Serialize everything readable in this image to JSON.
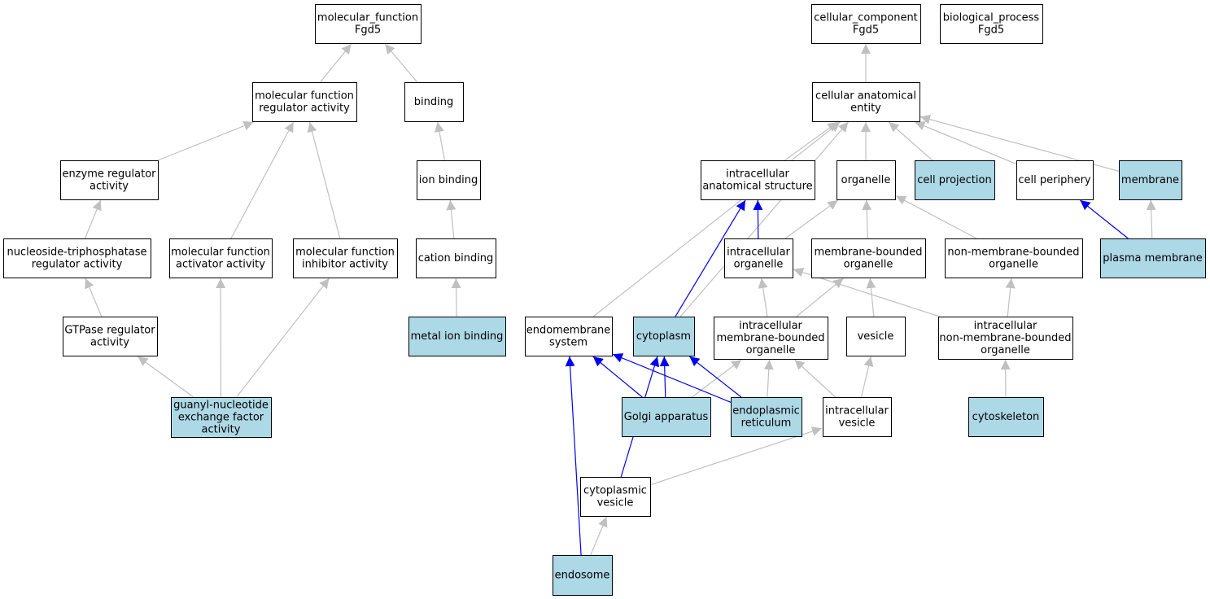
{
  "colors": {
    "node_fill": "#ffffff",
    "highlight_fill": "#add8e6",
    "node_stroke": "#000000",
    "edge_gray": "#c0c0c0",
    "edge_blue": "#0000ee"
  },
  "nodes": [
    {
      "id": "mf_root",
      "lines": [
        "molecular_function",
        "Fgd5"
      ],
      "highlight": false
    },
    {
      "id": "cc_root",
      "lines": [
        "cellular_component",
        "Fgd5"
      ],
      "highlight": false
    },
    {
      "id": "bp_root",
      "lines": [
        "biological_process",
        "Fgd5"
      ],
      "highlight": false
    },
    {
      "id": "mf_reg",
      "lines": [
        "molecular function",
        "regulator activity"
      ],
      "highlight": false
    },
    {
      "id": "binding",
      "lines": [
        "binding"
      ],
      "highlight": false
    },
    {
      "id": "cae",
      "lines": [
        "cellular anatomical",
        "entity"
      ],
      "highlight": false
    },
    {
      "id": "enz_reg",
      "lines": [
        "enzyme regulator",
        "activity"
      ],
      "highlight": false
    },
    {
      "id": "ion_binding",
      "lines": [
        "ion binding"
      ],
      "highlight": false
    },
    {
      "id": "ias",
      "lines": [
        "intracellular",
        "anatomical structure"
      ],
      "highlight": false
    },
    {
      "id": "organelle",
      "lines": [
        "organelle"
      ],
      "highlight": false
    },
    {
      "id": "cell_proj",
      "lines": [
        "cell projection"
      ],
      "highlight": true
    },
    {
      "id": "cell_periph",
      "lines": [
        "cell periphery"
      ],
      "highlight": false
    },
    {
      "id": "membrane",
      "lines": [
        "membrane"
      ],
      "highlight": true
    },
    {
      "id": "ntp_reg",
      "lines": [
        "nucleoside-triphosphatase",
        "regulator activity"
      ],
      "highlight": false
    },
    {
      "id": "mf_act",
      "lines": [
        "molecular function",
        "activator activity"
      ],
      "highlight": false
    },
    {
      "id": "mf_inh",
      "lines": [
        "molecular function",
        "inhibitor activity"
      ],
      "highlight": false
    },
    {
      "id": "cation_binding",
      "lines": [
        "cation binding"
      ],
      "highlight": false
    },
    {
      "id": "ic_org",
      "lines": [
        "intracellular",
        "organelle"
      ],
      "highlight": false
    },
    {
      "id": "mb_org",
      "lines": [
        "membrane-bounded",
        "organelle"
      ],
      "highlight": false
    },
    {
      "id": "nmb_org",
      "lines": [
        "non-membrane-bounded",
        "organelle"
      ],
      "highlight": false
    },
    {
      "id": "plasma_mem",
      "lines": [
        "plasma membrane"
      ],
      "highlight": true
    },
    {
      "id": "gtpase_reg",
      "lines": [
        "GTPase regulator",
        "activity"
      ],
      "highlight": false
    },
    {
      "id": "metal_ion",
      "lines": [
        "metal ion binding"
      ],
      "highlight": true
    },
    {
      "id": "endomem",
      "lines": [
        "endomembrane",
        "system"
      ],
      "highlight": false
    },
    {
      "id": "cytoplasm",
      "lines": [
        "cytoplasm"
      ],
      "highlight": true
    },
    {
      "id": "ic_mb_org",
      "lines": [
        "intracellular",
        "membrane-bounded",
        "organelle"
      ],
      "highlight": false
    },
    {
      "id": "vesicle",
      "lines": [
        "vesicle"
      ],
      "highlight": false
    },
    {
      "id": "ic_nmb_org",
      "lines": [
        "intracellular",
        "non-membrane-bounded",
        "organelle"
      ],
      "highlight": false
    },
    {
      "id": "gef",
      "lines": [
        "guanyl-nucleotide",
        "exchange factor",
        "activity"
      ],
      "highlight": true
    },
    {
      "id": "golgi",
      "lines": [
        "Golgi apparatus"
      ],
      "highlight": true
    },
    {
      "id": "er",
      "lines": [
        "endoplasmic",
        "reticulum"
      ],
      "highlight": true
    },
    {
      "id": "ic_vesicle",
      "lines": [
        "intracellular",
        "vesicle"
      ],
      "highlight": false
    },
    {
      "id": "cytoskeleton",
      "lines": [
        "cytoskeleton"
      ],
      "highlight": true
    },
    {
      "id": "cyto_vesicle",
      "lines": [
        "cytoplasmic",
        "vesicle"
      ],
      "highlight": false
    },
    {
      "id": "endosome",
      "lines": [
        "endosome"
      ],
      "highlight": true
    }
  ],
  "edges": [
    {
      "from": "mf_reg",
      "to": "mf_root",
      "color": "gray"
    },
    {
      "from": "binding",
      "to": "mf_root",
      "color": "gray"
    },
    {
      "from": "enz_reg",
      "to": "mf_reg",
      "color": "gray"
    },
    {
      "from": "mf_act",
      "to": "mf_reg",
      "color": "gray"
    },
    {
      "from": "mf_inh",
      "to": "mf_reg",
      "color": "gray"
    },
    {
      "from": "ion_binding",
      "to": "binding",
      "color": "gray"
    },
    {
      "from": "ntp_reg",
      "to": "enz_reg",
      "color": "gray"
    },
    {
      "from": "cation_binding",
      "to": "ion_binding",
      "color": "gray"
    },
    {
      "from": "gtpase_reg",
      "to": "ntp_reg",
      "color": "gray"
    },
    {
      "from": "metal_ion",
      "to": "cation_binding",
      "color": "gray"
    },
    {
      "from": "gef",
      "to": "gtpase_reg",
      "color": "gray"
    },
    {
      "from": "gef",
      "to": "mf_act",
      "color": "gray"
    },
    {
      "from": "gef",
      "to": "mf_inh",
      "color": "gray"
    },
    {
      "from": "cae",
      "to": "cc_root",
      "color": "gray"
    },
    {
      "from": "ias",
      "to": "cae",
      "color": "gray"
    },
    {
      "from": "organelle",
      "to": "cae",
      "color": "gray"
    },
    {
      "from": "cell_proj",
      "to": "cae",
      "color": "gray"
    },
    {
      "from": "cell_periph",
      "to": "cae",
      "color": "gray"
    },
    {
      "from": "membrane",
      "to": "cae",
      "color": "gray"
    },
    {
      "from": "endomem",
      "to": "cae",
      "color": "gray"
    },
    {
      "from": "cytoplasm",
      "to": "cae",
      "color": "gray"
    },
    {
      "from": "cytoplasm",
      "to": "ias",
      "color": "blue"
    },
    {
      "from": "ic_org",
      "to": "ias",
      "color": "blue"
    },
    {
      "from": "ic_org",
      "to": "organelle",
      "color": "gray"
    },
    {
      "from": "mb_org",
      "to": "organelle",
      "color": "gray"
    },
    {
      "from": "nmb_org",
      "to": "organelle",
      "color": "gray"
    },
    {
      "from": "plasma_mem",
      "to": "cell_periph",
      "color": "blue"
    },
    {
      "from": "plasma_mem",
      "to": "membrane",
      "color": "gray"
    },
    {
      "from": "ic_mb_org",
      "to": "ic_org",
      "color": "gray"
    },
    {
      "from": "ic_mb_org",
      "to": "mb_org",
      "color": "gray"
    },
    {
      "from": "vesicle",
      "to": "mb_org",
      "color": "gray"
    },
    {
      "from": "ic_nmb_org",
      "to": "ic_org",
      "color": "gray"
    },
    {
      "from": "ic_nmb_org",
      "to": "nmb_org",
      "color": "gray"
    },
    {
      "from": "golgi",
      "to": "endomem",
      "color": "blue"
    },
    {
      "from": "golgi",
      "to": "cytoplasm",
      "color": "blue"
    },
    {
      "from": "golgi",
      "to": "ic_mb_org",
      "color": "gray"
    },
    {
      "from": "er",
      "to": "endomem",
      "color": "blue"
    },
    {
      "from": "er",
      "to": "cytoplasm",
      "color": "blue"
    },
    {
      "from": "er",
      "to": "ic_mb_org",
      "color": "gray"
    },
    {
      "from": "ic_vesicle",
      "to": "ic_mb_org",
      "color": "gray"
    },
    {
      "from": "ic_vesicle",
      "to": "vesicle",
      "color": "gray"
    },
    {
      "from": "cytoskeleton",
      "to": "ic_nmb_org",
      "color": "gray"
    },
    {
      "from": "cyto_vesicle",
      "to": "cytoplasm",
      "color": "blue"
    },
    {
      "from": "cyto_vesicle",
      "to": "ic_vesicle",
      "color": "gray"
    },
    {
      "from": "endosome",
      "to": "endomem",
      "color": "blue"
    },
    {
      "from": "endosome",
      "to": "cyto_vesicle",
      "color": "gray"
    }
  ]
}
